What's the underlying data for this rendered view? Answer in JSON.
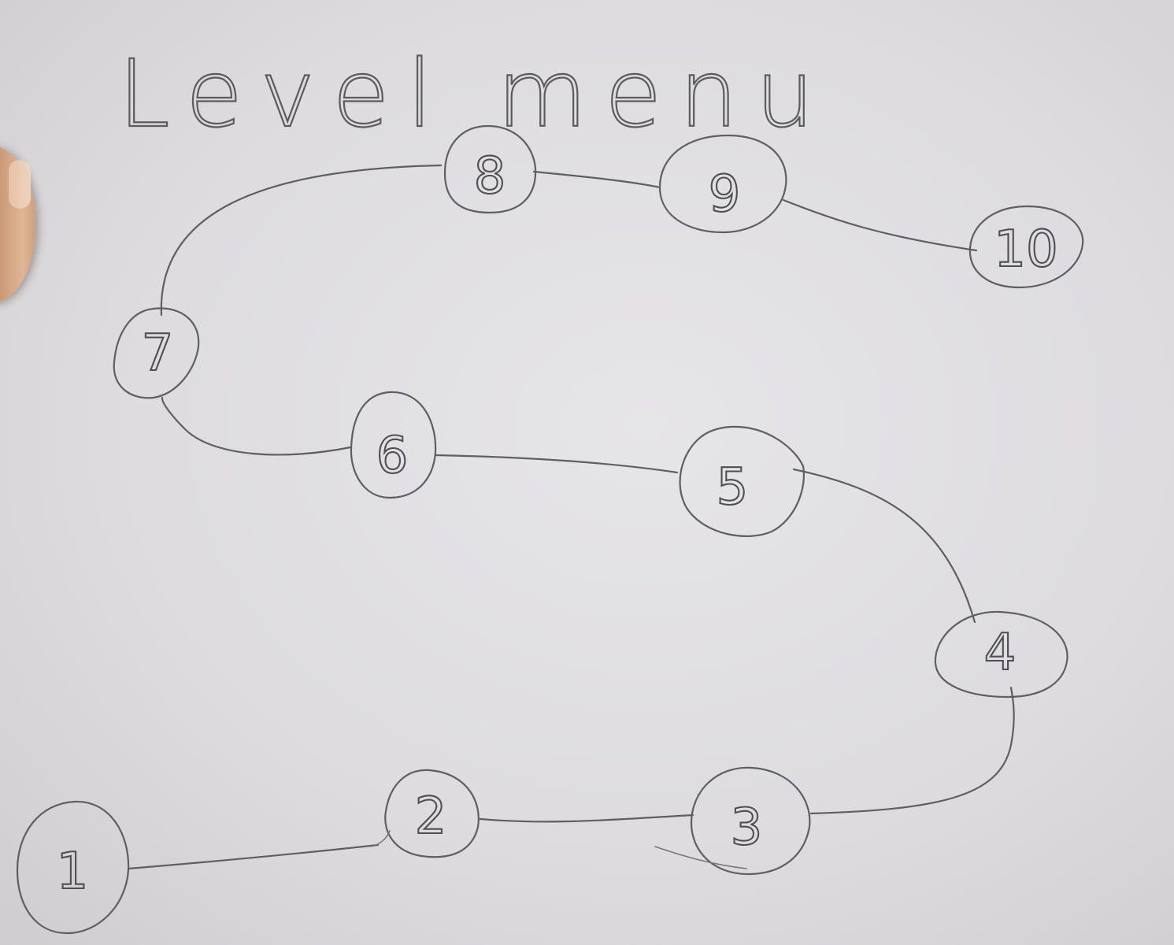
{
  "title": "Level menu",
  "levels": [
    {
      "label": "1"
    },
    {
      "label": "2"
    },
    {
      "label": "3"
    },
    {
      "label": "4"
    },
    {
      "label": "5"
    },
    {
      "label": "6"
    },
    {
      "label": "7"
    },
    {
      "label": "8"
    },
    {
      "label": "9"
    },
    {
      "label": "10"
    }
  ],
  "colors": {
    "paper": "#e3e2e5",
    "pencil": "#5f5e62"
  }
}
